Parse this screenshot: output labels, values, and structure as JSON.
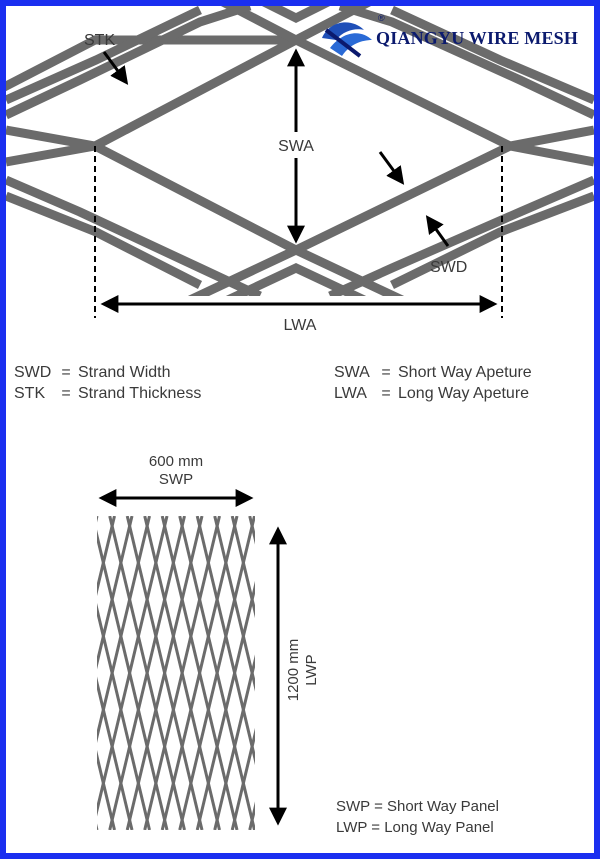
{
  "brand": {
    "name": "QIANGYU WIRE MESH",
    "mark": "®",
    "colors": {
      "frame": "#1a2ff0",
      "logo_blue": "#1f4fb8",
      "logo_navy": "#0b1a6e",
      "strand": "#6b6b6b"
    }
  },
  "diagram": {
    "labels": {
      "stk": "STK",
      "swa": "SWA",
      "swd": "SWD",
      "lwa": "LWA"
    }
  },
  "legend": {
    "left": [
      {
        "key": "SWD",
        "eq": "=",
        "desc": "Strand Width"
      },
      {
        "key": "STK",
        "eq": "=",
        "desc": "Strand Thickness"
      }
    ],
    "right": [
      {
        "key": "SWA",
        "eq": "=",
        "desc": "Short Way Apeture"
      },
      {
        "key": "LWA",
        "eq": "=",
        "desc": "Long Way Apeture"
      }
    ]
  },
  "panel": {
    "width_value": "600 mm",
    "width_label": "SWP",
    "height_value": "1200 mm",
    "height_label": "LWP",
    "legend": [
      "SWP = Short Way Panel",
      "LWP = Long Way Panel"
    ]
  }
}
